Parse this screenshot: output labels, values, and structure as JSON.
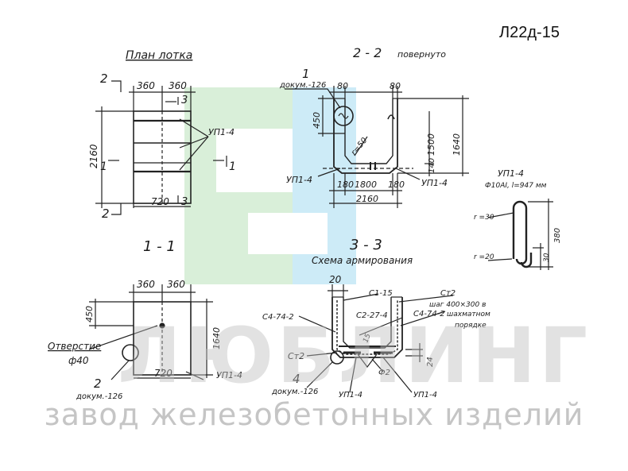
{
  "drawing": {
    "code": "Л22д-15",
    "views": {
      "plan": "План лотка",
      "section22": "2 - 2",
      "section22_note": "повернуто",
      "section11": "1 - 1",
      "section33": "3 - 3",
      "reinforcement": "Схема армирования"
    },
    "plan": {
      "dim_360a": "360",
      "dim_360b": "360",
      "dim_2160": "2160",
      "dim_720": "720",
      "mark_upl": "УП1-4",
      "cut2_top": "2",
      "cut2_bottom": "2",
      "cut3_top": "3",
      "cut3_bottom": "3",
      "cut1_left": "1",
      "cut1_right": "1"
    },
    "sec22": {
      "ref_num": "1",
      "ref_doc": "докум.-126",
      "dim_80a": "80",
      "dim_80b": "80",
      "dim_450": "450",
      "dim_1500": "1500",
      "dim_1640": "1640",
      "dim_140": "140",
      "dim_radius": "r=50",
      "dim_180a": "180",
      "dim_1800": "1800",
      "dim_180b": "180",
      "dim_2160": "2160",
      "mark_left": "УП1-4",
      "mark_right": "УП1-4"
    },
    "loop": {
      "title": "УП1-4",
      "spec": "Ф10АI, l=947 мм",
      "r_top": "r =30",
      "r_bottom": "r =20",
      "dim_380": "380",
      "dim_30": "30"
    },
    "sec11": {
      "dim_360a": "360",
      "dim_360b": "360",
      "dim_450": "450",
      "dim_1640": "1640",
      "dim_720": "720",
      "hole_label": "Отверстие",
      "hole_dia": "ф40",
      "ref_num": "2",
      "ref_doc": "докум.-126",
      "mark": "УП1-4"
    },
    "sec33": {
      "dim_20": "20",
      "dim_15": "15",
      "dim_24": "24",
      "c1": "С1-15",
      "c2": "С2-27-4",
      "c4_left": "С4-74-2",
      "c4_right": "С4-74-2",
      "ct2_top": "Ст2",
      "ct2_left": "Ст2",
      "pitch_1": "шаг 400×300 в",
      "pitch_2": "шахматном",
      "pitch_3": "порядке",
      "f2": "Ф2",
      "ref_num": "4",
      "ref_doc": "докум.-126",
      "mark_left": "УП1-4",
      "mark_right": "УП1-4"
    }
  },
  "watermark": {
    "brand": "ЛЮБЛИНГ",
    "subtitle": "завод железобетонных изделий",
    "colors": {
      "green": "#d9efd9",
      "blue": "#cdebf7",
      "gray": "#bebebe"
    }
  }
}
